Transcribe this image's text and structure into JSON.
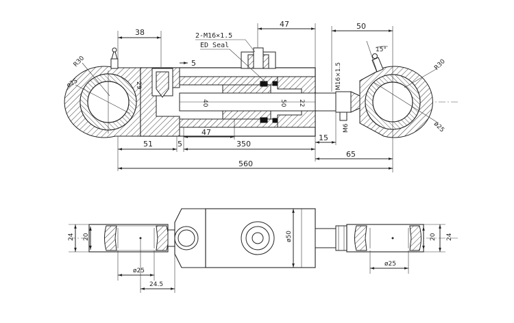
{
  "drawing": {
    "top_view": {
      "dims": {
        "d38": "38",
        "d47_top": "47",
        "d50_top": "50",
        "d5_top": "5",
        "d51": "51",
        "d5_bottom": "5",
        "d47_bottom": "47",
        "d350": "350",
        "d15": "15",
        "d65": "65",
        "d560": "560",
        "d40": "40",
        "d50_mid": "50",
        "d22": "22",
        "d29": "29",
        "m6": "M6",
        "r30_left": "R30",
        "r30_right": "R30",
        "dia25_left": "ø25",
        "dia25_right": "ø25",
        "angle15": "15°",
        "m16_port": "M16×1.5"
      },
      "notes": {
        "ports": "2-M16×1.5",
        "seal": "ED Seal"
      }
    },
    "bottom_view": {
      "dims": {
        "d24_left": "24",
        "d20_left": "20",
        "dia25_bottom": "ø25",
        "d24_5": "24.5",
        "dia50": "ø50",
        "d20_right": "20",
        "d24_right": "24",
        "dia25_bottom_right": "ø25"
      }
    }
  }
}
